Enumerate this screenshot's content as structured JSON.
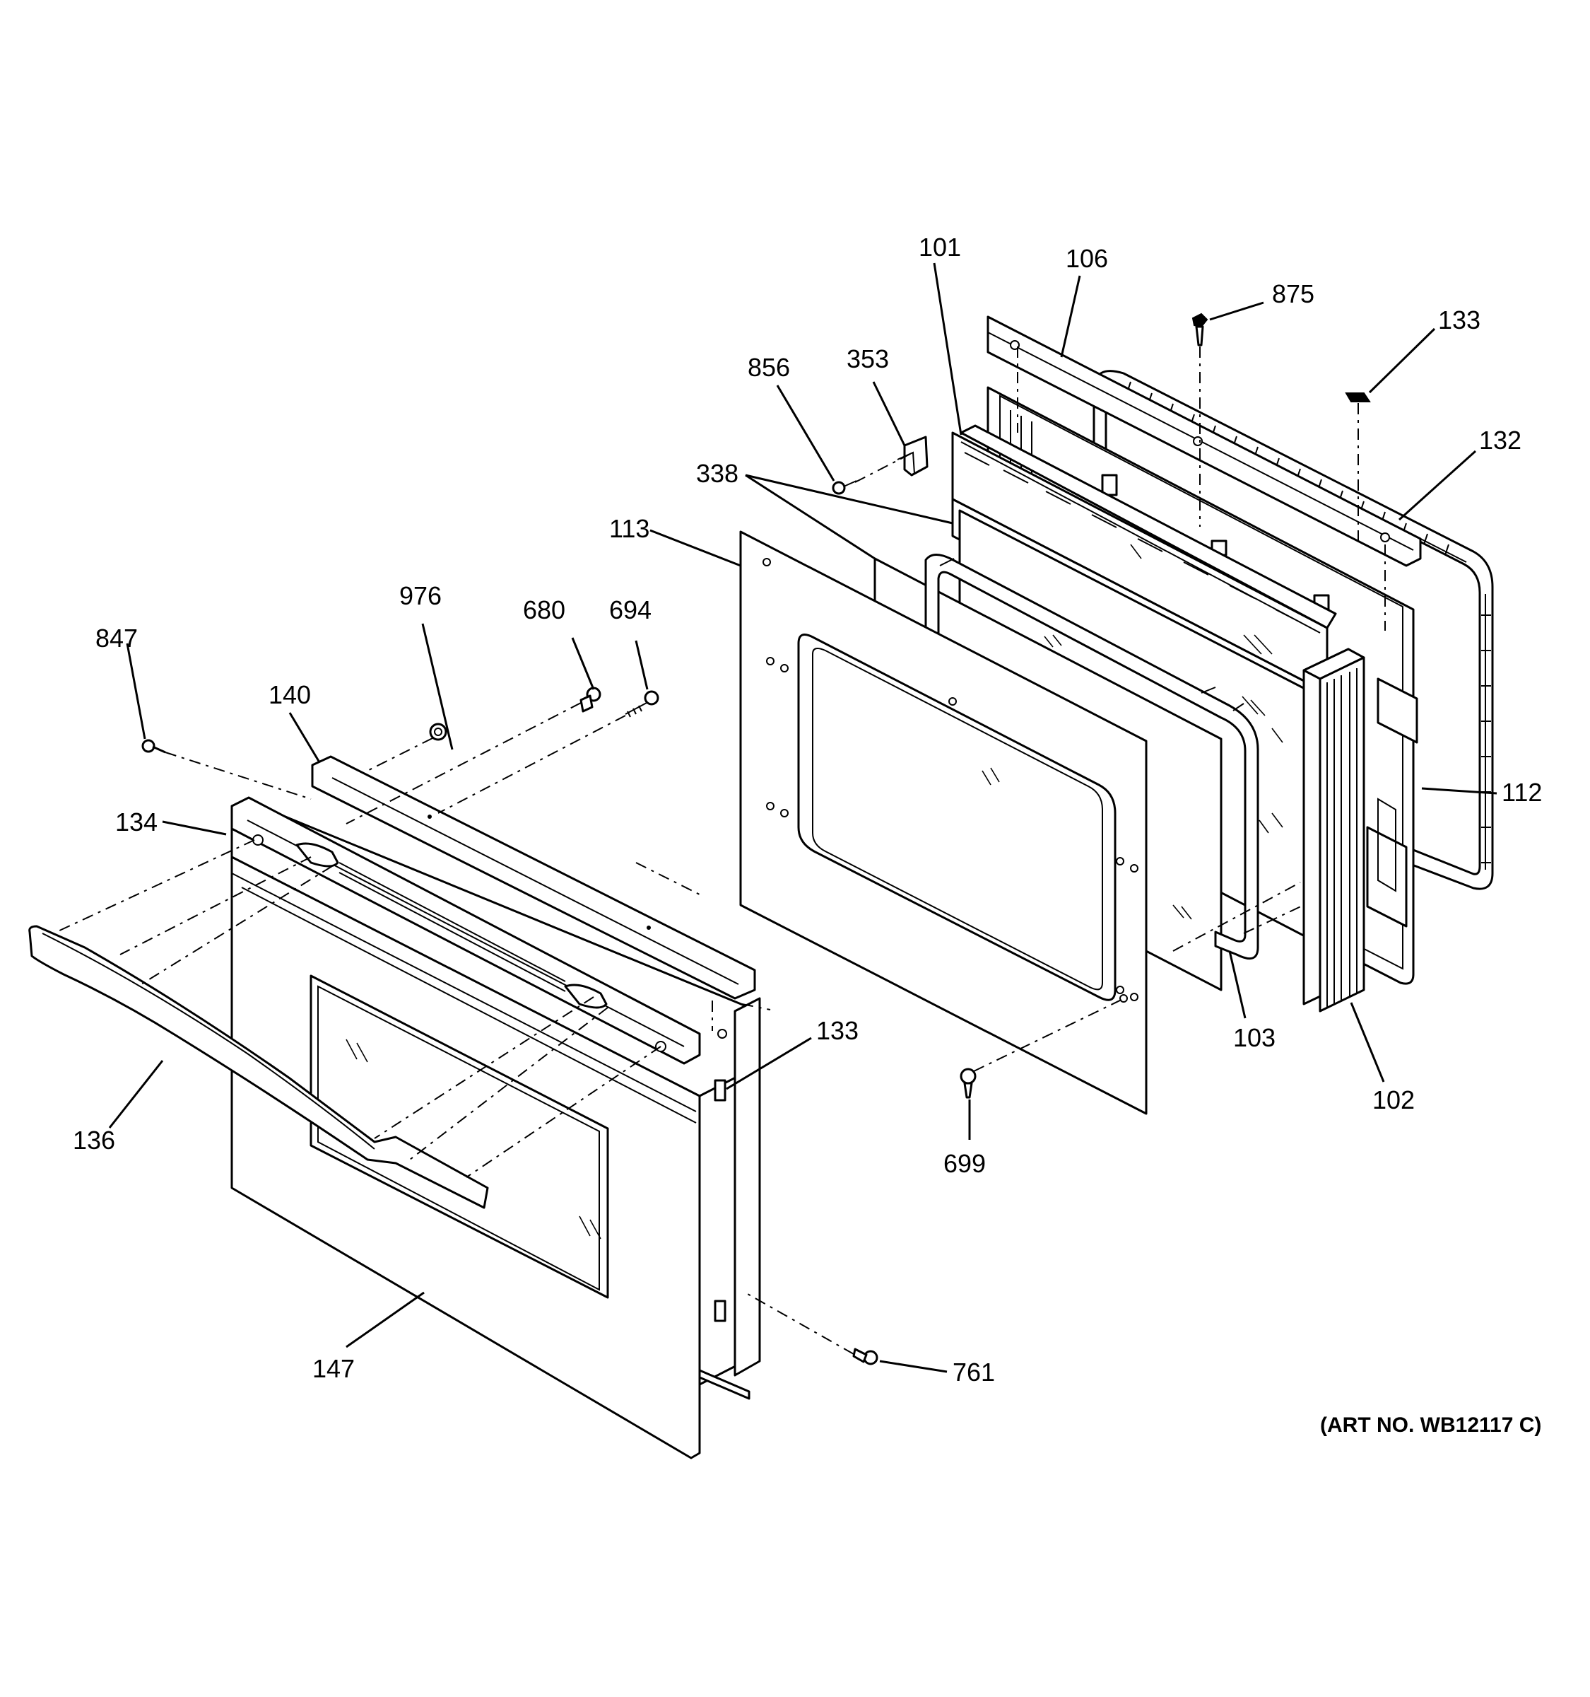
{
  "art_number": "(ART NO. WB12117 C)",
  "callouts": {
    "p101": "101",
    "p106": "106",
    "p875": "875",
    "p133_top": "133",
    "p132": "132",
    "p856": "856",
    "p353": "353",
    "p338": "338",
    "p113": "113",
    "p112": "112",
    "p976": "976",
    "p680": "680",
    "p694": "694",
    "p847": "847",
    "p140": "140",
    "p134": "134",
    "p136": "136",
    "p133_mid": "133",
    "p103": "103",
    "p102": "102",
    "p699": "699",
    "p147": "147",
    "p761": "761"
  }
}
